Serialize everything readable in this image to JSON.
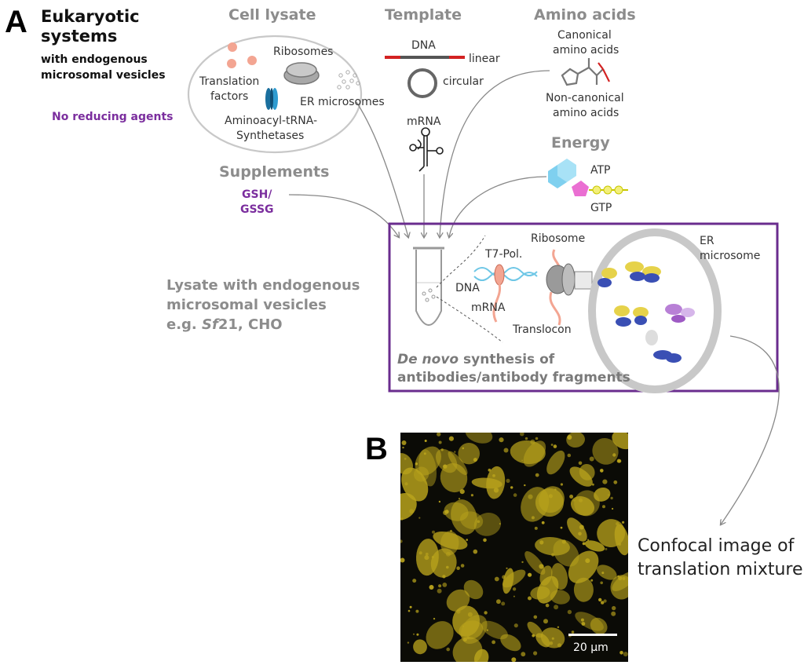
{
  "panel_a": {
    "letter": "A",
    "title_line1": "Eukaryotic",
    "title_line2": "systems",
    "subtitle_line1": "with endogenous",
    "subtitle_line2": "microsomal vesicles",
    "no_reducing": "No reducing agents"
  },
  "cell_lysate": {
    "heading": "Cell lysate",
    "ribosomes": "Ribosomes",
    "translation_factors_1": "Translation",
    "translation_factors_2": "factors",
    "er_microsomes": "ER microsomes",
    "aats_1": "Aminoacyl-tRNA-",
    "aats_2": "Synthetases"
  },
  "template": {
    "heading": "Template",
    "dna": "DNA",
    "linear": "linear",
    "circular": "circular",
    "mrna": "mRNA"
  },
  "amino_acids": {
    "heading": "Amino acids",
    "canonical_1": "Canonical",
    "canonical_2": "amino acids",
    "noncanonical_1": "Non-canonical",
    "noncanonical_2": "amino acids"
  },
  "energy": {
    "heading": "Energy",
    "atp": "ATP",
    "gtp": "GTP"
  },
  "supplements": {
    "heading": "Supplements",
    "gsh": "GSH/",
    "gssg": "GSSG"
  },
  "lysate_note": {
    "line1": "Lysate with endogenous",
    "line2": "microsomal vesicles",
    "line3_prefix": "e.g. ",
    "line3_italic": "Sf",
    "line3_suffix": "21, CHO"
  },
  "reaction_box": {
    "t7_pol": "T7-Pol.",
    "dna": "DNA",
    "mrna": "mRNA",
    "ribosome": "Ribosome",
    "translocon": "Translocon",
    "er_1": "ER",
    "er_2": "microsome",
    "caption_italic": "De novo",
    "caption_rest": " synthesis of",
    "caption_line2": "antibodies/antibody fragments",
    "border_color": "#6a2c8e"
  },
  "panel_b": {
    "letter": "B",
    "scale_bar": "20 µm",
    "caption_line1": "Confocal image of",
    "caption_line2": "translation mixture",
    "particle_color": "#b9a31c"
  }
}
